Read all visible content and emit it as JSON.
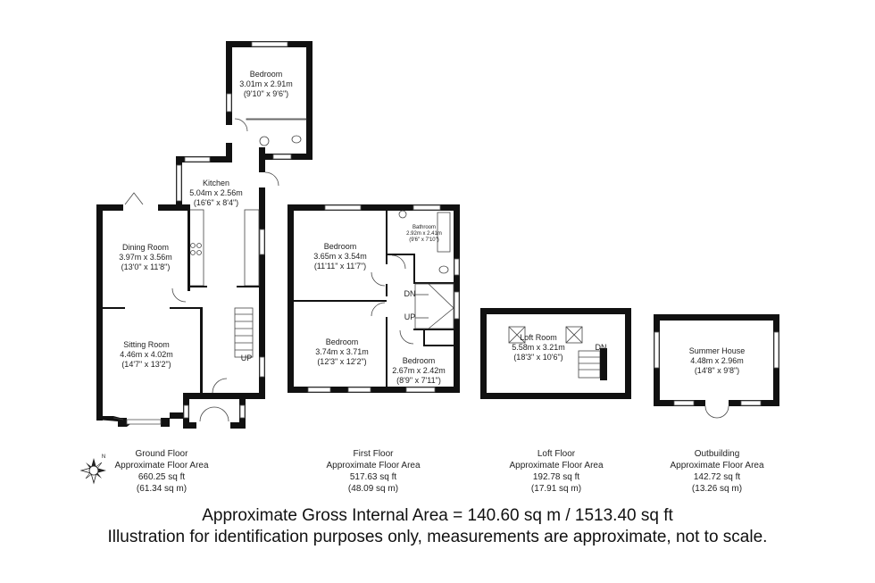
{
  "rooms": {
    "ground_bedroom": {
      "name": "Bedroom",
      "metric": "3.01m x 2.91m",
      "imperial": "(9'10\" x 9'6\")"
    },
    "kitchen": {
      "name": "Kitchen",
      "metric": "5.04m x 2.56m",
      "imperial": "(16'6\" x 8'4\")"
    },
    "dining": {
      "name": "Dining Room",
      "metric": "3.97m x 3.56m",
      "imperial": "(13'0\" x 11'8\")"
    },
    "sitting": {
      "name": "Sitting Room",
      "metric": "4.46m x 4.02m",
      "imperial": "(14'7\" x 13'2\")"
    },
    "first_bedroom1": {
      "name": "Bedroom",
      "metric": "3.65m x 3.54m",
      "imperial": "(11'11\" x 11'7\")"
    },
    "bathroom": {
      "name": "Bathroom",
      "metric": "2.92m x 2.41m",
      "imperial": "(9'6\" x 7'10\")"
    },
    "first_bedroom2": {
      "name": "Bedroom",
      "metric": "3.74m x 3.71m",
      "imperial": "(12'3\" x 12'2\")"
    },
    "first_bedroom3": {
      "name": "Bedroom",
      "metric": "2.67m x 2.42m",
      "imperial": "(8'9\" x 7'11\")"
    },
    "loft": {
      "name": "Loft Room",
      "metric": "5.58m x 3.21m",
      "imperial": "(18'3\" x 10'6\")"
    },
    "summer": {
      "name": "Summer House",
      "metric": "4.48m x 2.96m",
      "imperial": "(14'8\" x 9'8\")"
    }
  },
  "stair_labels": {
    "ground_up": "UP",
    "first_dn": "DN",
    "first_up": "UP",
    "loft_dn": "DN"
  },
  "compass": {
    "north": "N"
  },
  "floors": [
    {
      "name": "Ground Floor",
      "label": "Approximate Floor Area",
      "sqft": "660.25 sq ft",
      "sqm": "(61.34 sq m)"
    },
    {
      "name": "First Floor",
      "label": "Approximate Floor Area",
      "sqft": "517.63 sq ft",
      "sqm": "(48.09 sq m)"
    },
    {
      "name": "Loft Floor",
      "label": "Approximate Floor Area",
      "sqft": "192.78 sq ft",
      "sqm": "(17.91 sq m)"
    },
    {
      "name": "Outbuilding",
      "label": "Approximate Floor Area",
      "sqft": "142.72 sq ft",
      "sqm": "(13.26 sq m)"
    }
  ],
  "footer": {
    "gross": "Approximate Gross Internal Area = 140.60 sq m / 1513.40 sq ft",
    "disclaimer": "Illustration for identification purposes only, measurements are approximate, not to scale."
  }
}
